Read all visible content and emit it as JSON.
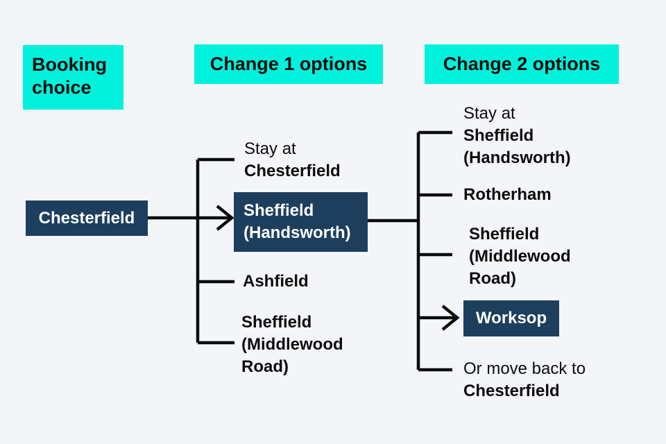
{
  "palette": {
    "background": "#f3f5f8",
    "header_bg": "#00f2dc",
    "node_bg": "#1d3e5d",
    "node_text": "#ffffff",
    "text": "#0b0c0c",
    "line": "#0b0c0c"
  },
  "headers": {
    "booking_choice": "Booking choice",
    "change_1": "Change 1 options",
    "change_2": "Change 2 options"
  },
  "booking": {
    "origin": "Chesterfield"
  },
  "change1": {
    "stay_prefix": "Stay at",
    "stay_name": "Chesterfield",
    "selected": "Sheffield (Handsworth)",
    "options": [
      "Ashfield",
      "Sheffield (Middlewood Road)"
    ]
  },
  "change2": {
    "stay_prefix": "Stay at",
    "stay_name": "Sheffield (Handsworth)",
    "options": [
      "Rotherham",
      "Sheffield (Middlewood Road)"
    ],
    "selected": "Worksop",
    "move_back_prefix": "Or move back to",
    "move_back_name": "Chesterfield"
  }
}
